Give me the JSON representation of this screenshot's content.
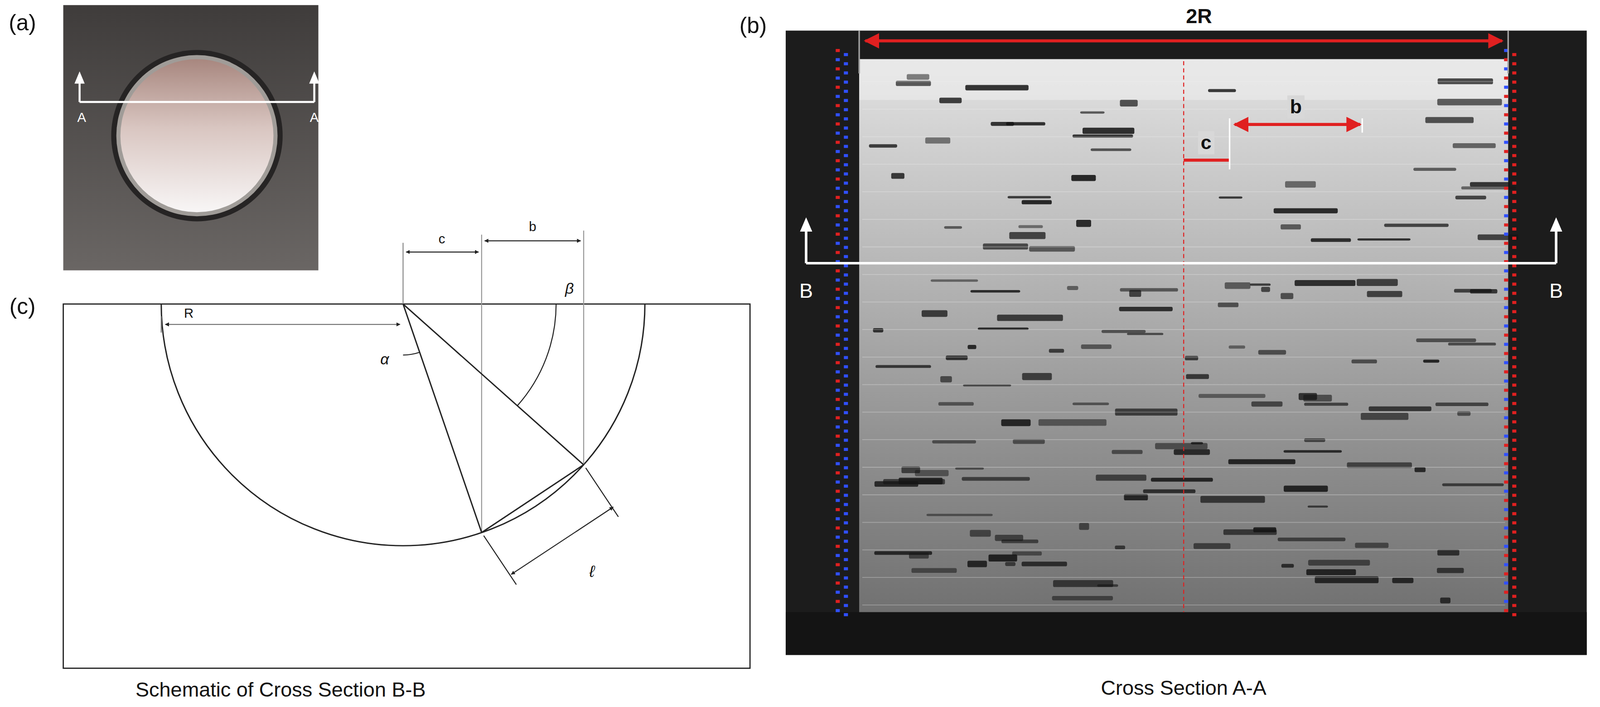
{
  "diagram": {
    "labels": [
      "(a)",
      "A",
      "A",
      "(b)",
      "2R",
      "b",
      "c",
      "B",
      "B",
      "(c)",
      "R",
      "c",
      "b",
      "α",
      "β",
      "ℓ",
      "Schematic of Cross Section B-B",
      "Cross Section A-A"
    ]
  }
}
